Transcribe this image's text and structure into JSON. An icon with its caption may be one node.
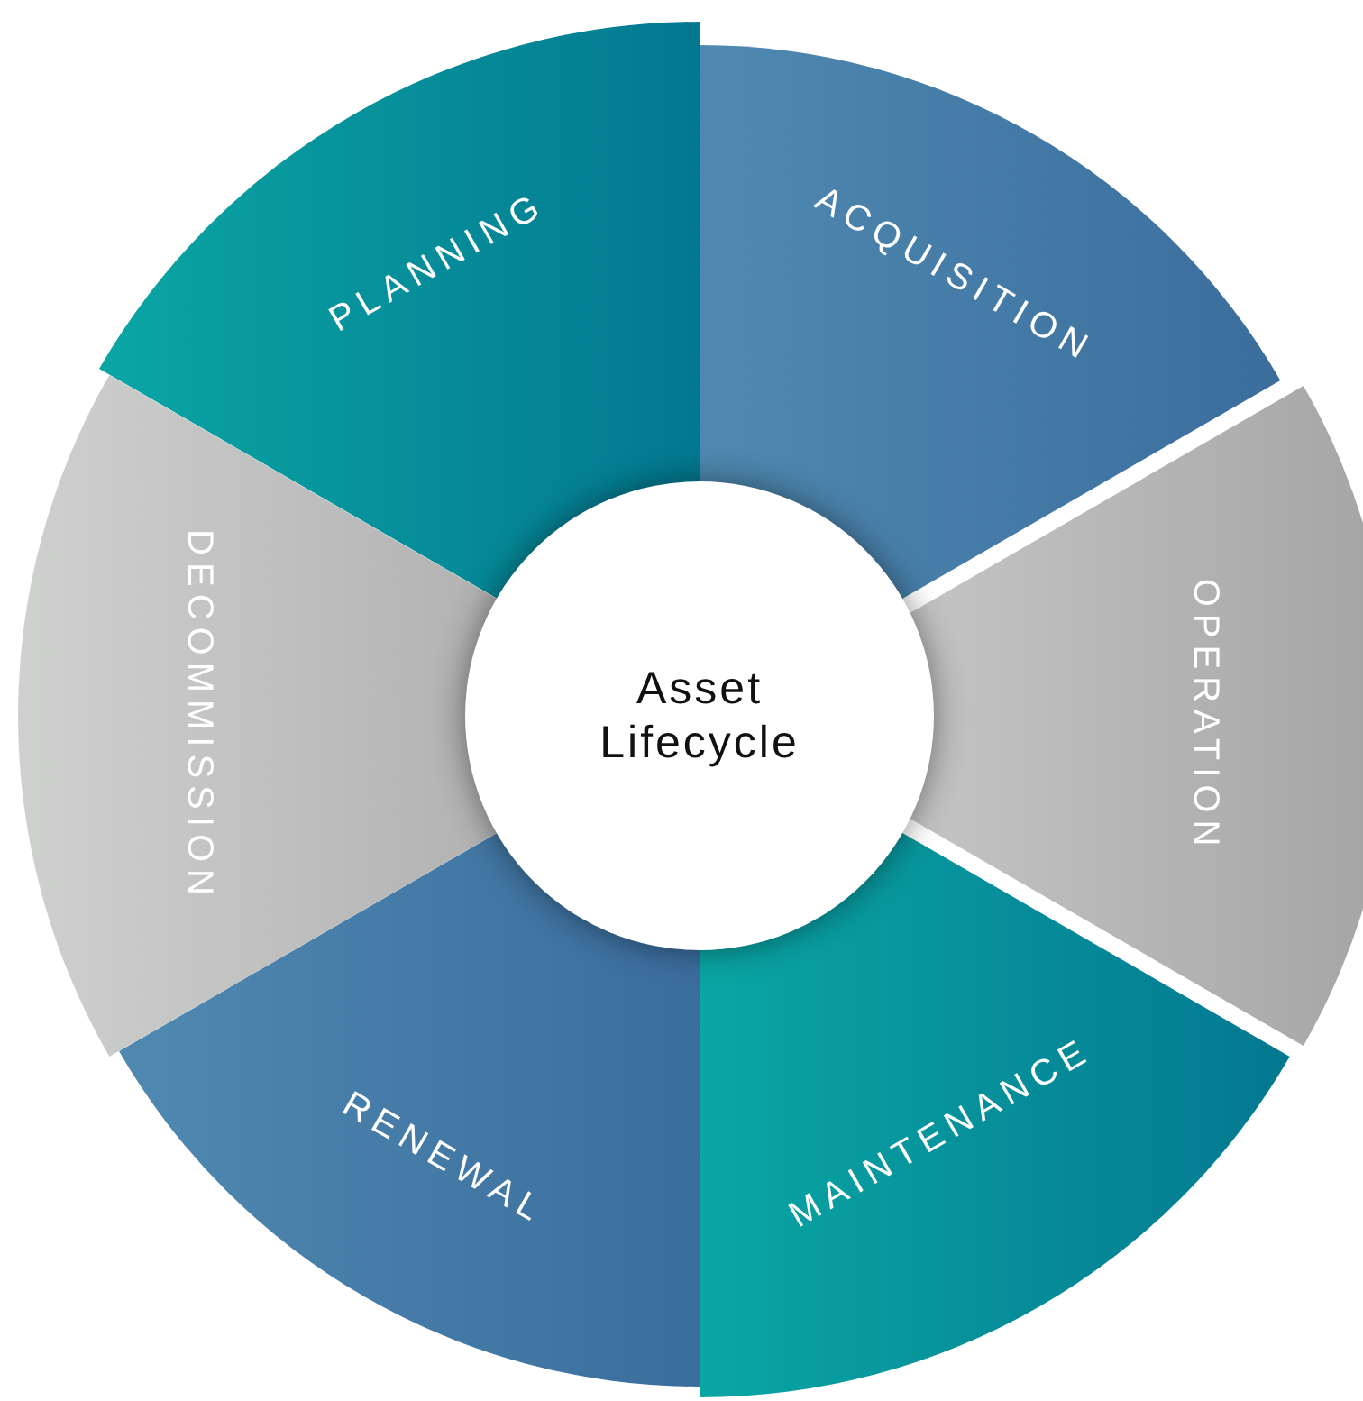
{
  "diagram": {
    "nodes": [
      {
        "text": [
          "Asset Lifecycle"
        ]
      },
      {
        "text": [
          "PLANNING"
        ]
      },
      {
        "text": [
          "ACQUISITION"
        ]
      },
      {
        "text": [
          "OPERATION"
        ]
      },
      {
        "text": [
          "MAINTENANCE"
        ]
      },
      {
        "text": [
          "RENEWAL"
        ]
      },
      {
        "text": [
          "DECOMMISSION"
        ]
      }
    ]
  }
}
